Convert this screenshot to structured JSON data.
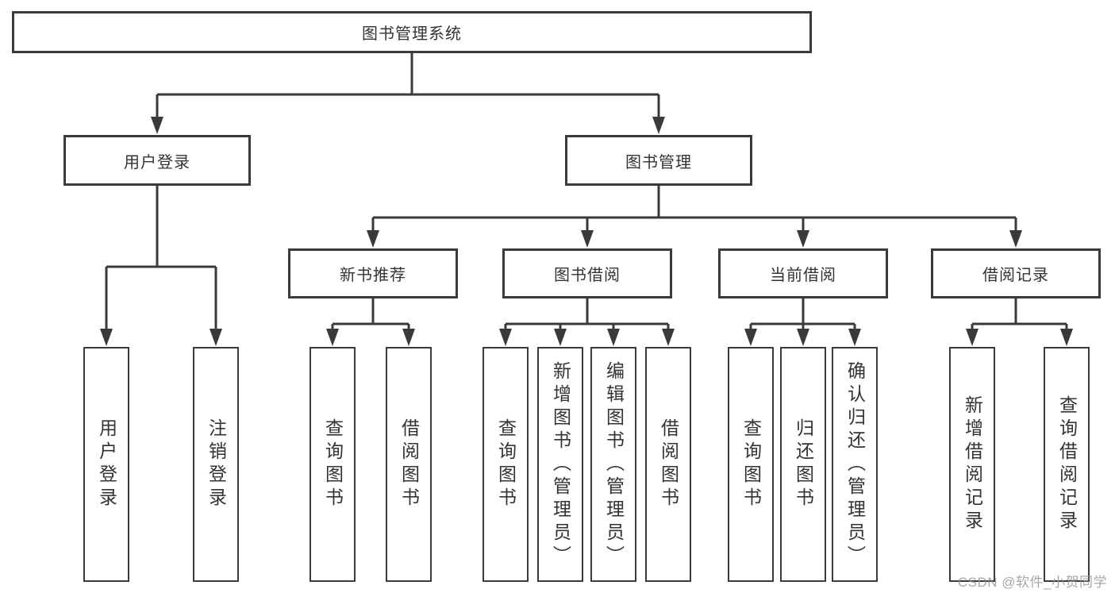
{
  "diagram": {
    "nodes": {
      "root": "图书管理系统",
      "user_login": "用户登录",
      "book_management": "图书管理",
      "new_book_recommend": "新书推荐",
      "book_borrow": "图书借阅",
      "current_borrow": "当前借阅",
      "borrow_records": "借阅记录",
      "leaf_user_login": "用户登录",
      "leaf_logout": "注销登录",
      "leaf_nb_query_books": "查询图书",
      "leaf_nb_borrow_books": "借阅图书",
      "leaf_bb_query_books": "查询图书",
      "leaf_bb_add_books_admin": "新增图书（管理员）",
      "leaf_bb_edit_books_admin": "编辑图书（管理员）",
      "leaf_bb_borrow_books": "借阅图书",
      "leaf_cb_query_books": "查询图书",
      "leaf_cb_return_books": "归还图书",
      "leaf_cb_confirm_return_admin": "确认归还（管理员）",
      "leaf_br_add_record": "新增借阅记录",
      "leaf_br_query_record": "查询借阅记录"
    },
    "watermark": "CSDN @软件_小贺同学",
    "colors": {
      "line": "#3a3a3a",
      "box_border": "#3a3a3a",
      "text": "#333333",
      "watermark": "#949494",
      "background": "#ffffff"
    }
  }
}
